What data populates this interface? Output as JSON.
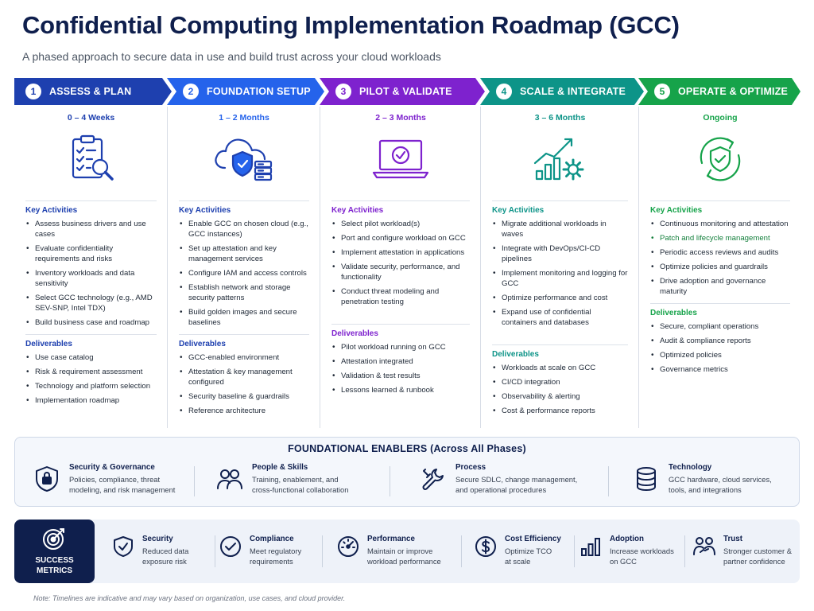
{
  "header": {
    "title": "Confidential Computing Implementation Roadmap (GCC)",
    "subtitle": "A phased approach to secure data in use and build trust across your cloud workloads"
  },
  "labels": {
    "key_activities": "Key Activities",
    "deliverables": "Deliverables"
  },
  "phases": [
    {
      "number": "1",
      "title": "ASSESS & PLAN",
      "duration": "0 – 4 Weeks",
      "color": "#1e40af",
      "icon": "checklist-magnifier-icon",
      "activities": [
        "Assess business drivers and use cases",
        "Evaluate confidentiality requirements and risks",
        "Inventory workloads and data sensitivity",
        "Select GCC technology (e.g., AMD SEV-SNP, Intel TDX)",
        "Build business case and roadmap"
      ],
      "deliverables": [
        "Use case catalog",
        "Risk & requirement assessment",
        "Technology and platform selection",
        "Implementation roadmap"
      ]
    },
    {
      "number": "2",
      "title": "FOUNDATION SETUP",
      "duration": "1 – 2 Months",
      "color": "#2563eb",
      "icon": "cloud-shield-server-icon",
      "activities": [
        "Enable GCC on chosen cloud (e.g., GCC instances)",
        "Set up attestation and key management services",
        "Configure IAM and access controls",
        "Establish network and storage security patterns",
        "Build golden images and secure baselines"
      ],
      "deliverables": [
        "GCC-enabled environment",
        "Attestation & key management configured",
        "Security baseline & guardrails",
        "Reference architecture"
      ]
    },
    {
      "number": "3",
      "title": "PILOT & VALIDATE",
      "duration": "2 – 3 Months",
      "color": "#7e22ce",
      "icon": "laptop-check-icon",
      "activities": [
        "Select pilot workload(s)",
        "Port and configure workload on GCC",
        "Implement attestation in applications",
        "Validate security, performance, and functionality",
        "Conduct threat modeling and penetration testing"
      ],
      "deliverables": [
        "Pilot workload running on GCC",
        "Attestation integrated",
        "Validation & test results",
        "Lessons learned & runbook"
      ]
    },
    {
      "number": "4",
      "title": "SCALE & INTEGRATE",
      "duration": "3 – 6 Months",
      "color": "#0d9488",
      "icon": "growth-chart-gear-icon",
      "activities": [
        "Migrate additional workloads in waves",
        "Integrate with DevOps/CI-CD pipelines",
        "Implement monitoring and logging for GCC",
        "Optimize performance and cost",
        "Expand use of confidential containers and databases"
      ],
      "deliverables": [
        "Workloads at scale on GCC",
        "CI/CD integration",
        "Observability & alerting",
        "Cost & performance reports"
      ]
    },
    {
      "number": "5",
      "title": "OPERATE & OPTIMIZE",
      "duration": "Ongoing",
      "color": "#16a34a",
      "icon": "shield-cycle-icon",
      "activities": [
        "Continuous monitoring and attestation",
        "Patch and lifecycle management",
        "Periodic access reviews and audits",
        "Optimize policies and guardrails",
        "Drive adoption and governance maturity"
      ],
      "deliverables": [
        "Secure, compliant operations",
        "Audit & compliance reports",
        "Optimized policies",
        "Governance metrics"
      ]
    }
  ],
  "enablers": {
    "title": "FOUNDATIONAL ENABLERS (Across All Phases)",
    "items": [
      {
        "title": "Security & Governance",
        "desc1": "Policies, compliance, threat",
        "desc2": "modeling, and risk management",
        "icon": "shield-lock-icon"
      },
      {
        "title": "People & Skills",
        "desc1": "Training, enablement, and",
        "desc2": "cross-functional collaboration",
        "icon": "people-icon"
      },
      {
        "title": "Process",
        "desc1": "Secure SDLC, change management,",
        "desc2": "and operational procedures",
        "icon": "wrench-icon"
      },
      {
        "title": "Technology",
        "desc1": "GCC hardware, cloud services,",
        "desc2": "tools, and integrations",
        "icon": "database-icon"
      }
    ]
  },
  "metrics": {
    "badge_line1": "SUCCESS",
    "badge_line2": "METRICS",
    "items": [
      {
        "title": "Security",
        "desc1": "Reduced data",
        "desc2": "exposure risk",
        "icon": "shield-check-icon"
      },
      {
        "title": "Compliance",
        "desc1": "Meet regulatory",
        "desc2": "requirements",
        "icon": "check-circle-icon"
      },
      {
        "title": "Performance",
        "desc1": "Maintain or improve",
        "desc2": "workload performance",
        "icon": "gauge-icon"
      },
      {
        "title": "Cost Efficiency",
        "desc1": "Optimize TCO",
        "desc2": "at scale",
        "icon": "dollar-icon"
      },
      {
        "title": "Adoption",
        "desc1": "Increase workloads",
        "desc2": "on GCC",
        "icon": "bar-chart-icon"
      },
      {
        "title": "Trust",
        "desc1": "Stronger customer &",
        "desc2": "partner confidence",
        "icon": "handshake-people-icon"
      }
    ]
  },
  "note": "Note: Timelines are indicative and may vary based on organization, use cases, and cloud provider."
}
